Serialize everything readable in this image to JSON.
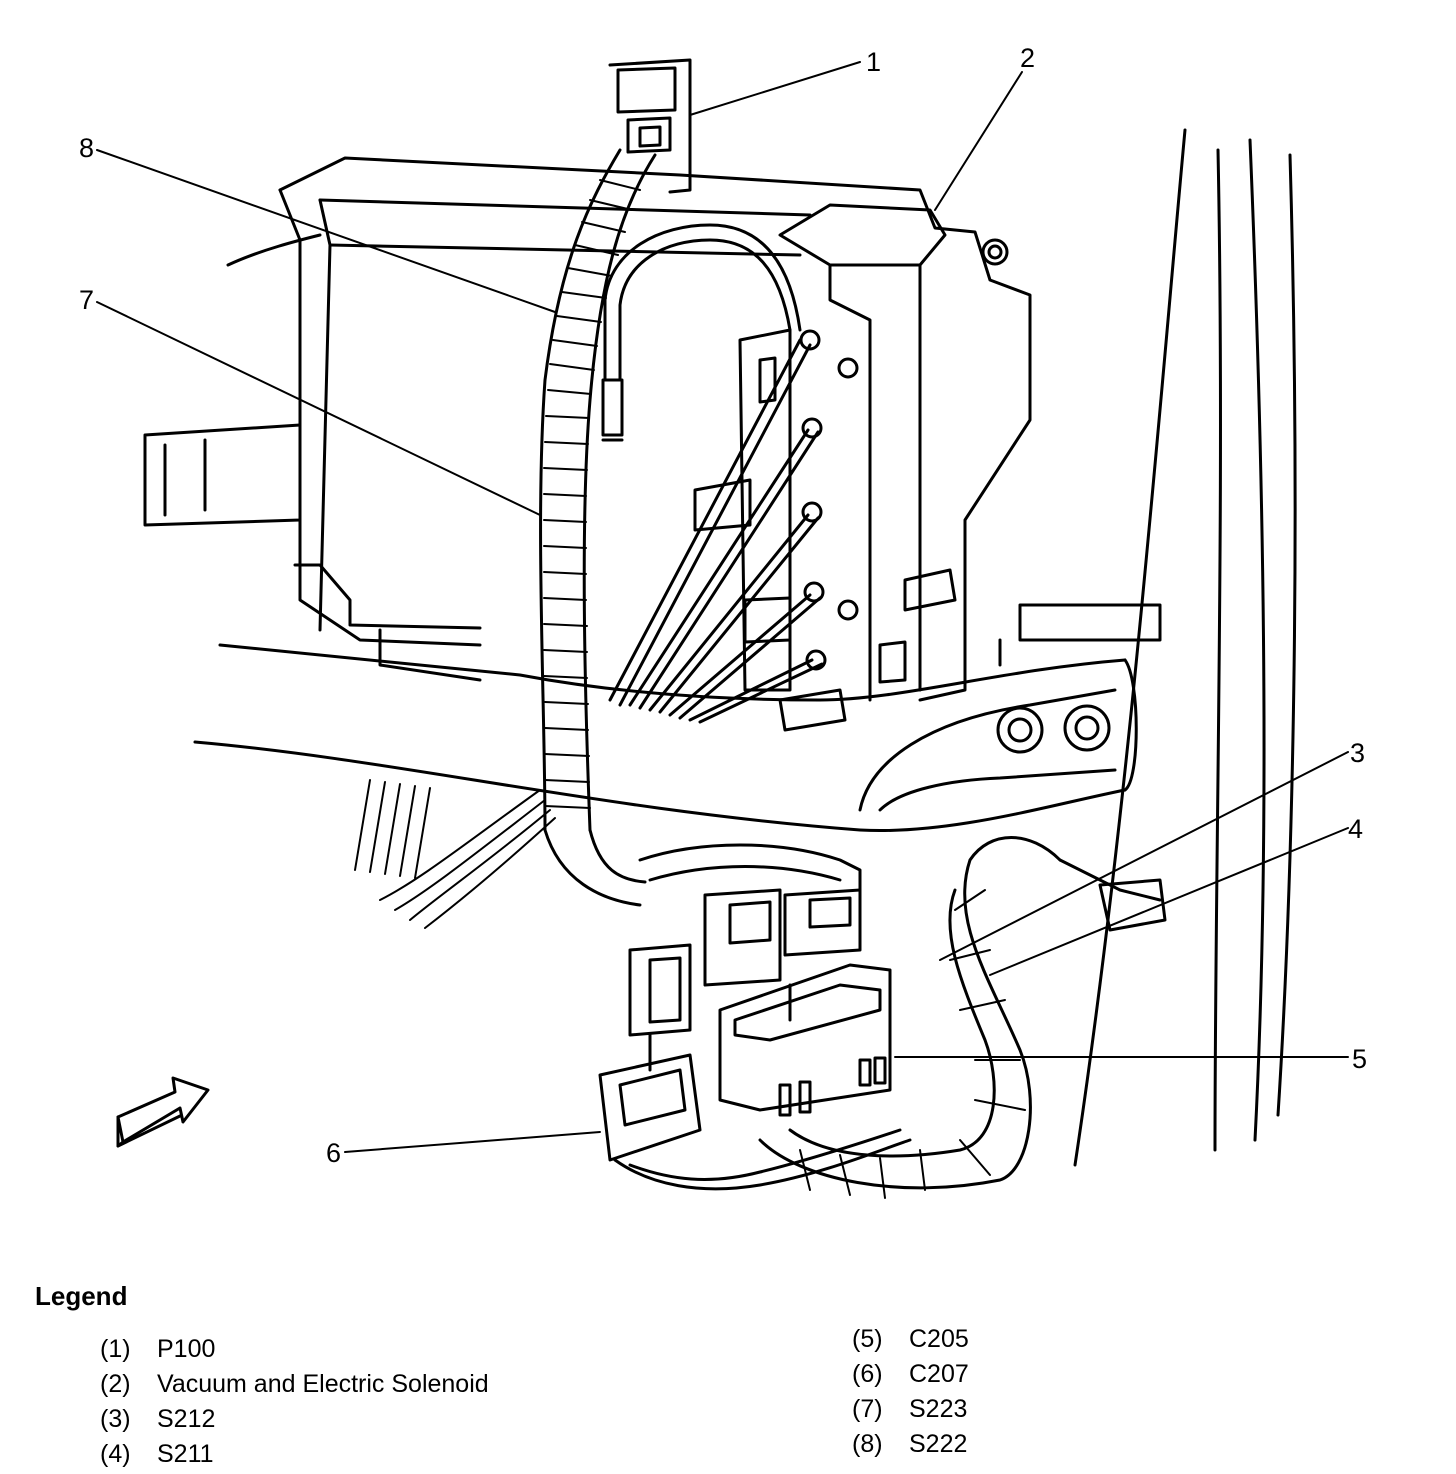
{
  "callouts": [
    "1",
    "2",
    "3",
    "4",
    "5",
    "6",
    "7",
    "8"
  ],
  "legend": {
    "title": "Legend",
    "left": [
      {
        "num": "(1)",
        "label": "P100"
      },
      {
        "num": "(2)",
        "label": "Vacuum and Electric Solenoid"
      },
      {
        "num": "(3)",
        "label": "S212"
      },
      {
        "num": "(4)",
        "label": "S211"
      }
    ],
    "right": [
      {
        "num": "(5)",
        "label": "C205"
      },
      {
        "num": "(6)",
        "label": "C207"
      },
      {
        "num": "(7)",
        "label": "S223"
      },
      {
        "num": "(8)",
        "label": "S222"
      }
    ]
  },
  "icons": [
    "front-direction-arrow-icon"
  ]
}
